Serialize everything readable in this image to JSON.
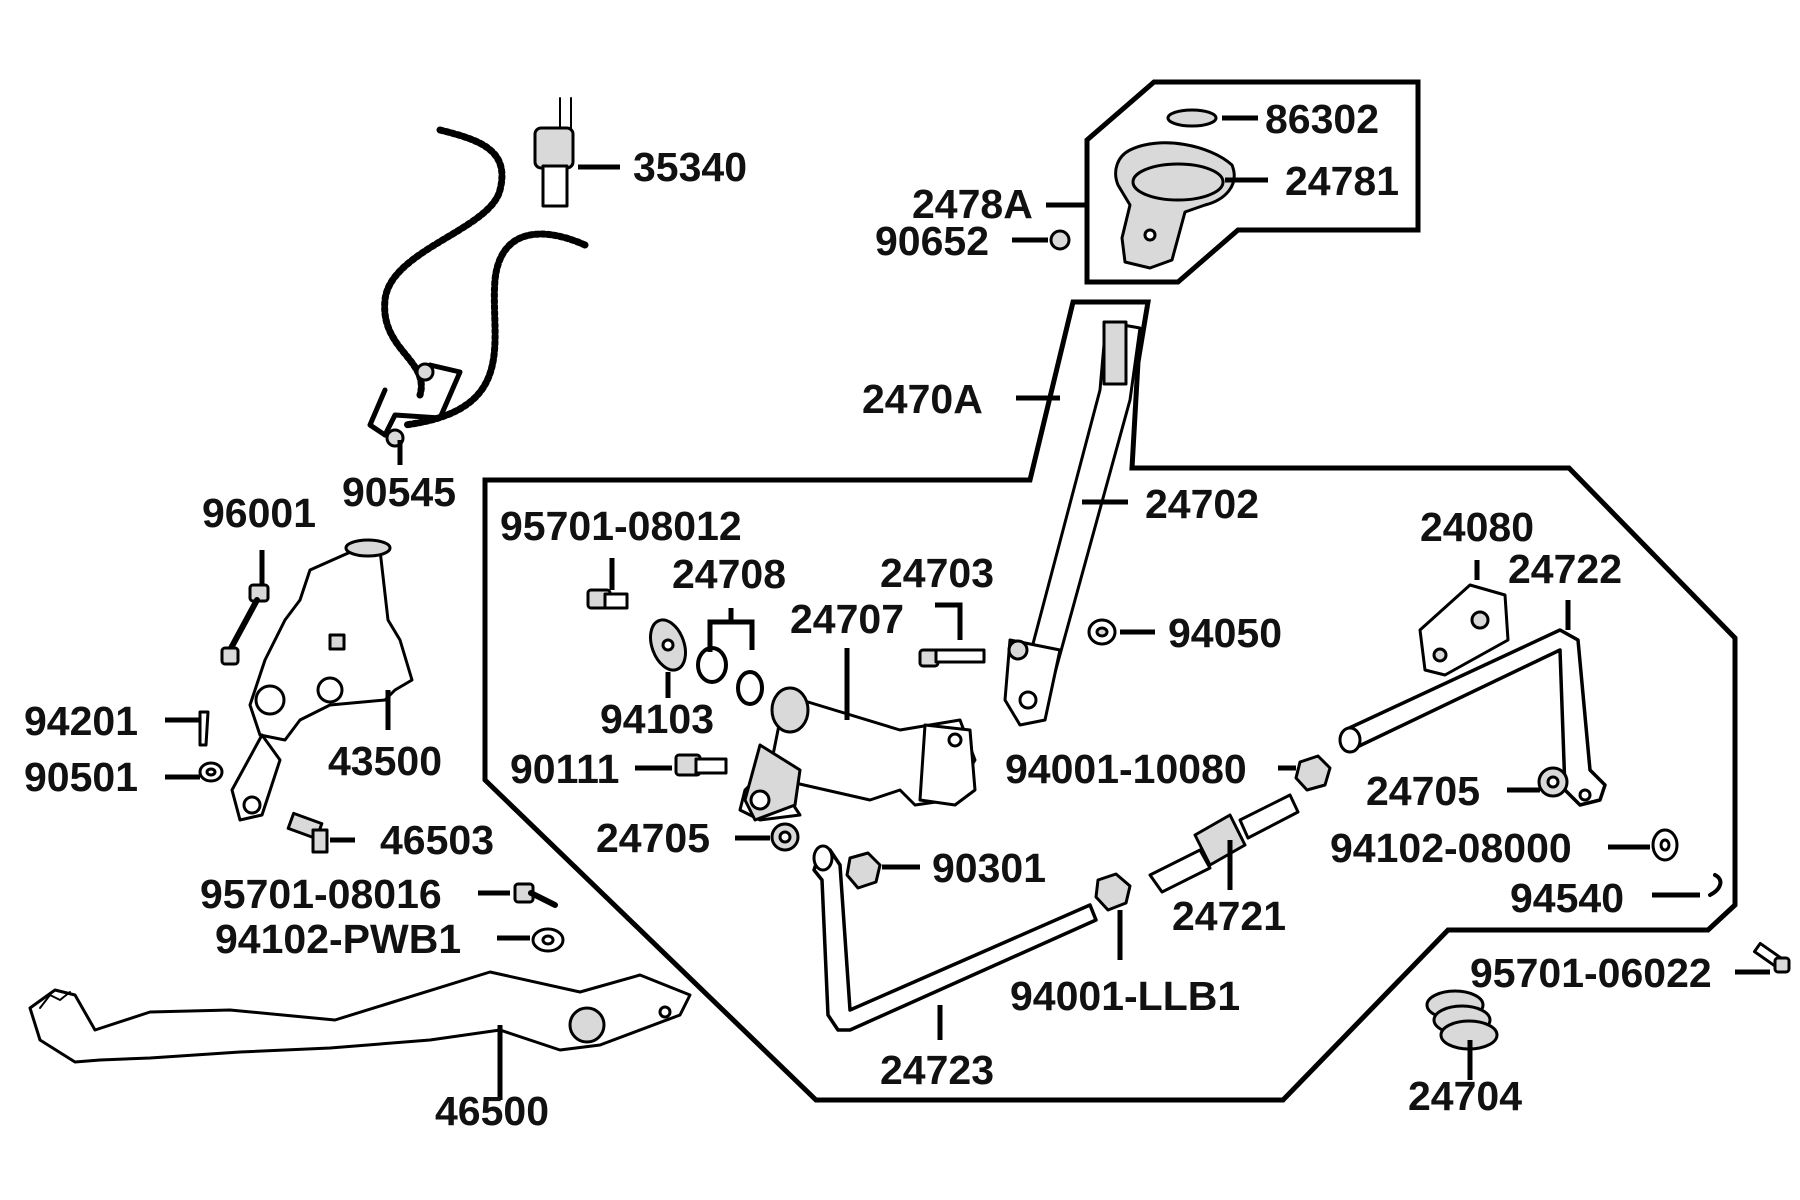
{
  "parts": {
    "p35340": "35340",
    "p90545": "90545",
    "p96001": "96001",
    "p94201": "94201",
    "p90501": "90501",
    "p43500": "43500",
    "p46503": "46503",
    "p95701_08016": "95701-08016",
    "p94102_PWB1": "94102-PWB1",
    "p46500": "46500",
    "p86302": "86302",
    "p24781": "24781",
    "p2478A": "2478A",
    "p90652": "90652",
    "p2470A": "2470A",
    "p24702": "24702",
    "p95701_08012": "95701-08012",
    "p24708": "24708",
    "p24703": "24703",
    "p24707": "24707",
    "p94050": "94050",
    "p24080": "24080",
    "p24722": "24722",
    "p94103": "94103",
    "p90111": "90111",
    "p94001_10080": "94001-10080",
    "p24705a": "24705",
    "p24705b": "24705",
    "p90301": "90301",
    "p94102_08000": "94102-08000",
    "p94540": "94540",
    "p24721": "24721",
    "p95701_06022": "95701-06022",
    "p94001_LLB1": "94001-LLB1",
    "p24723": "24723",
    "p24704": "24704"
  }
}
